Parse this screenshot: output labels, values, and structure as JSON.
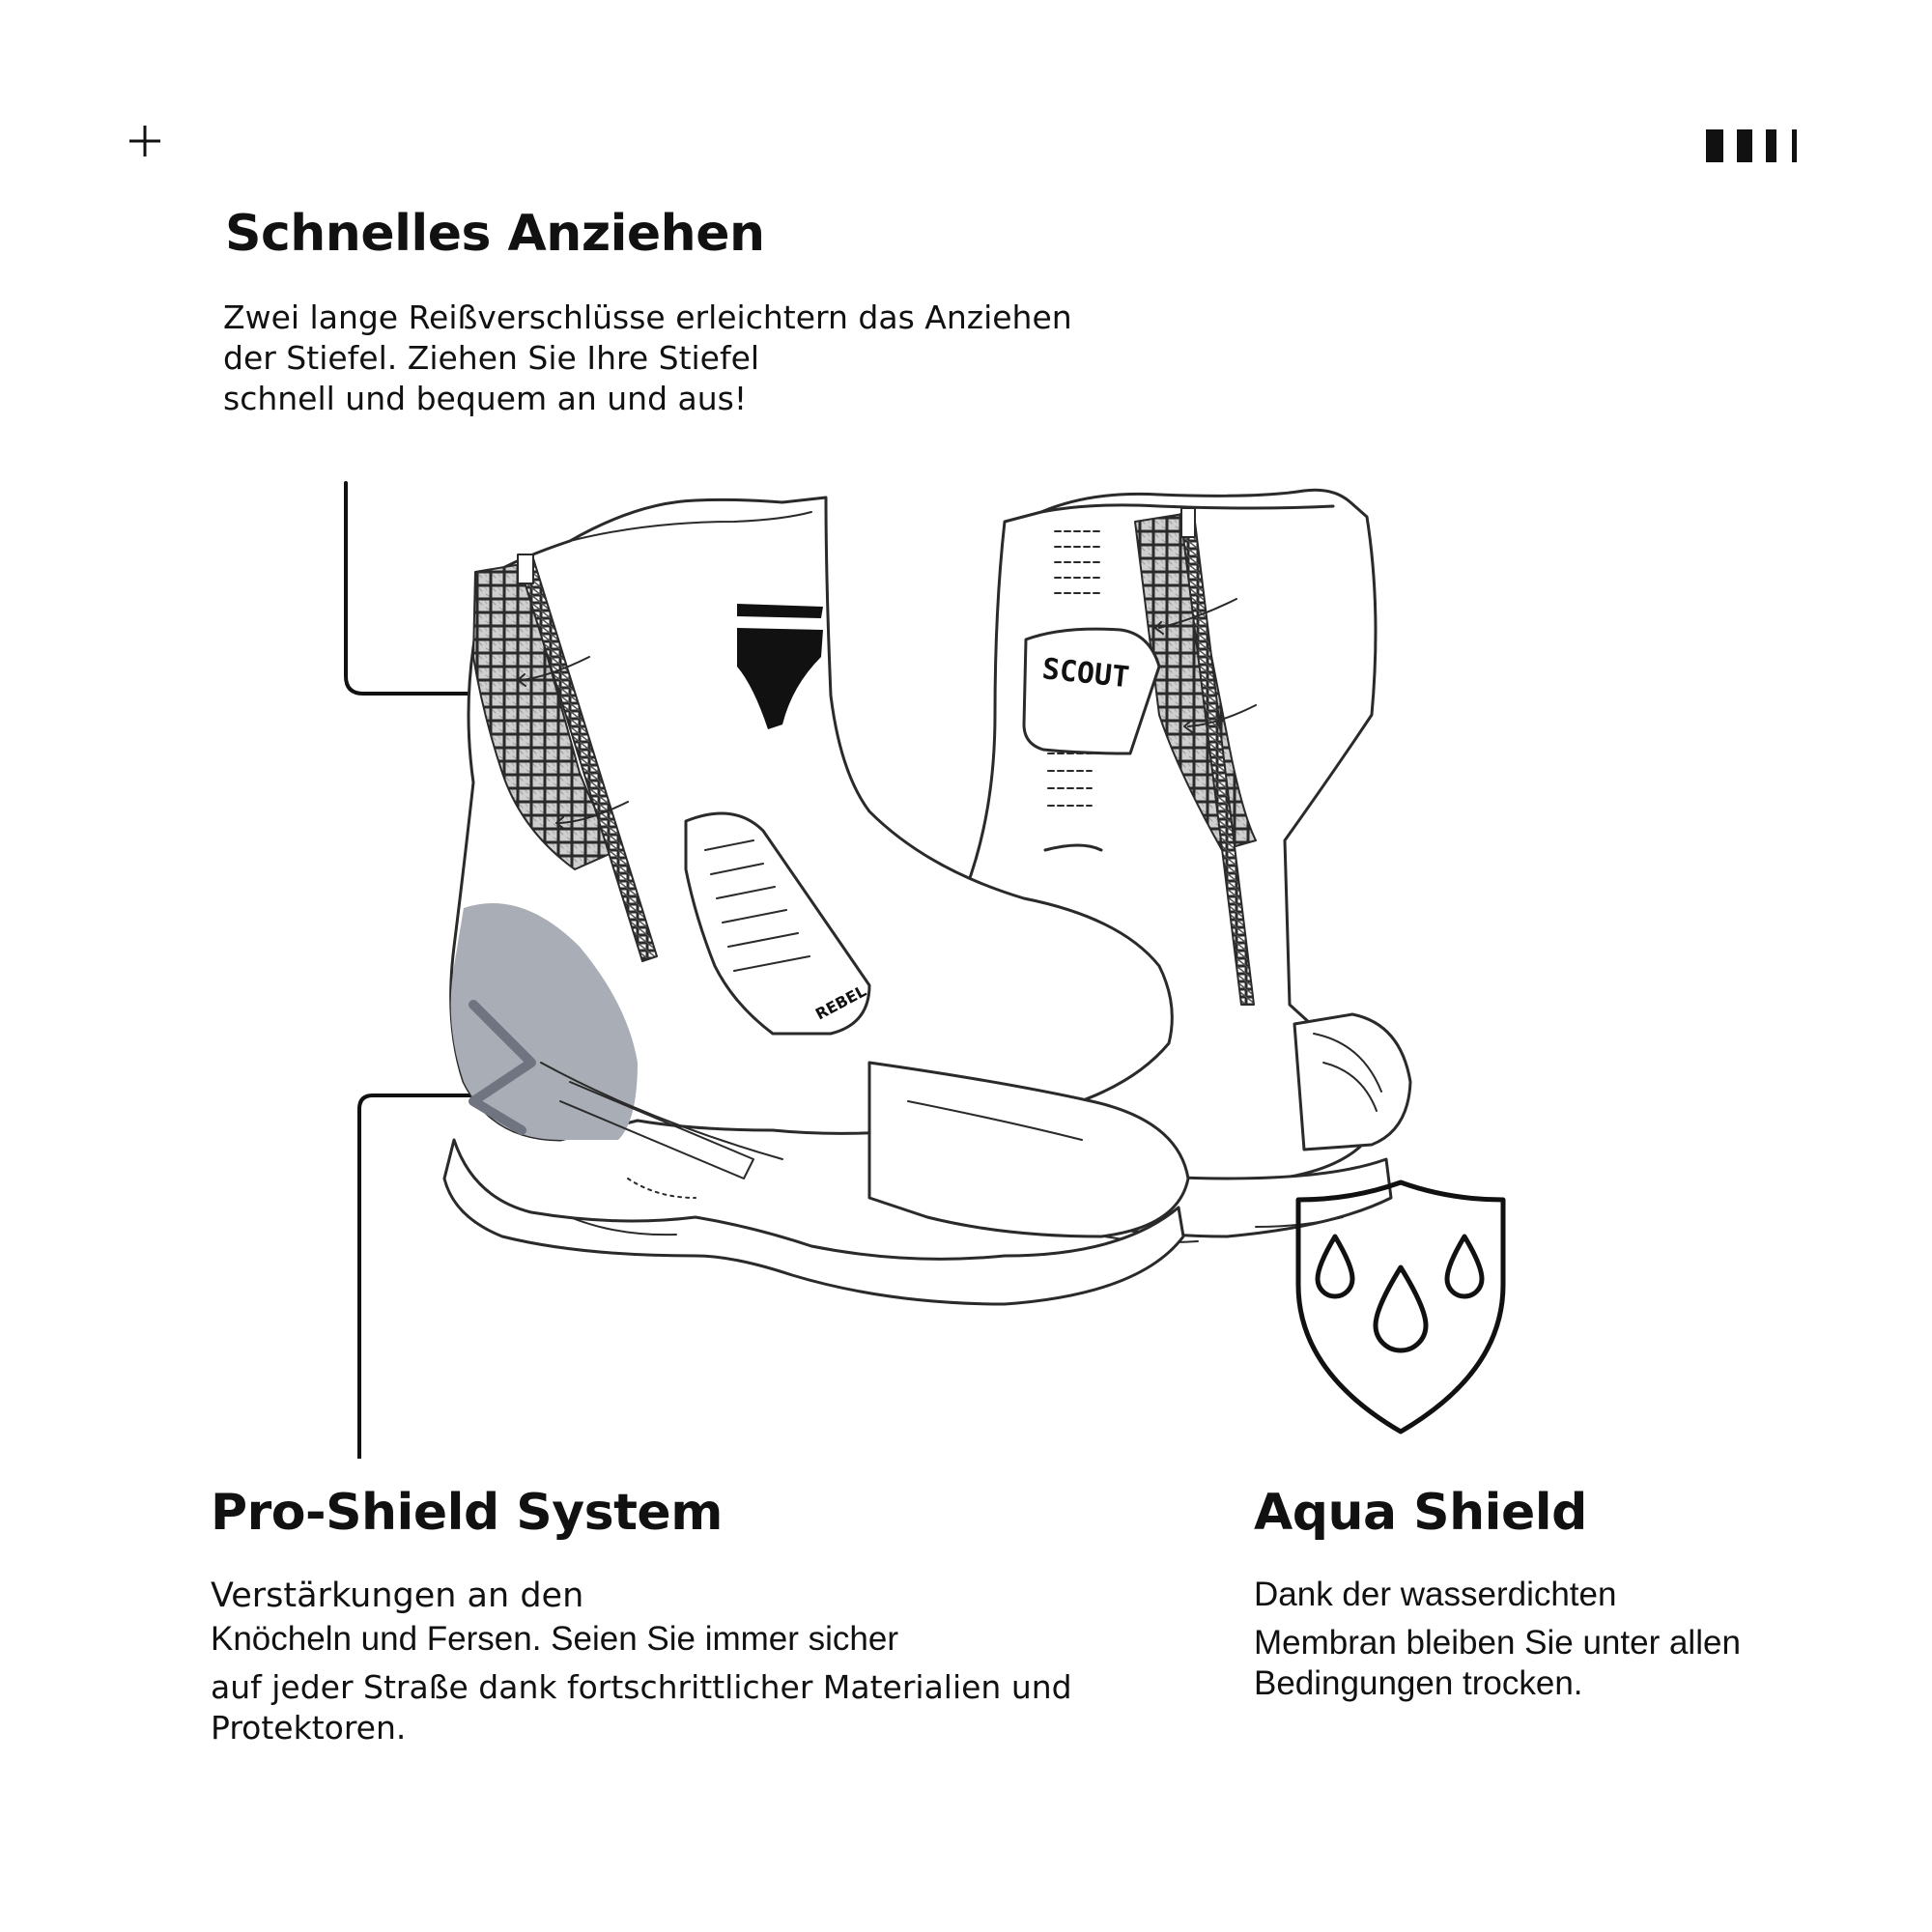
{
  "icons": {
    "plus": "plus-icon",
    "bars": "bars-icon",
    "shield": "water-shield-icon",
    "boots": "boots-illustration"
  },
  "boot_text": {
    "brand": "SCOUT",
    "side_brand": "REBEL"
  },
  "features": {
    "quick_on": {
      "title": "Schnelles Anziehen",
      "lines": [
        "Zwei lange Reißverschlüsse erleichtern das Anziehen",
        "der Stiefel. Ziehen Sie Ihre Stiefel",
        "schnell und bequem an und aus!"
      ]
    },
    "pro_shield": {
      "title": "Pro-Shield System",
      "lines": [
        "Verstärkungen an den",
        "Knöcheln und Fersen. Seien Sie immer sicher",
        "auf jeder Straße dank fortschrittlicher Materialien und",
        "Protektoren."
      ]
    },
    "aqua_shield": {
      "title": "Aqua Shield",
      "lines": [
        "Dank der wasserdichten",
        "Membran bleiben Sie unter allen",
        "Bedingungen trocken."
      ]
    }
  },
  "colors": {
    "ink": "#111111",
    "line": "#2a2a2a",
    "mesh": "#c9c9c9",
    "protector": "#a9adb6"
  }
}
